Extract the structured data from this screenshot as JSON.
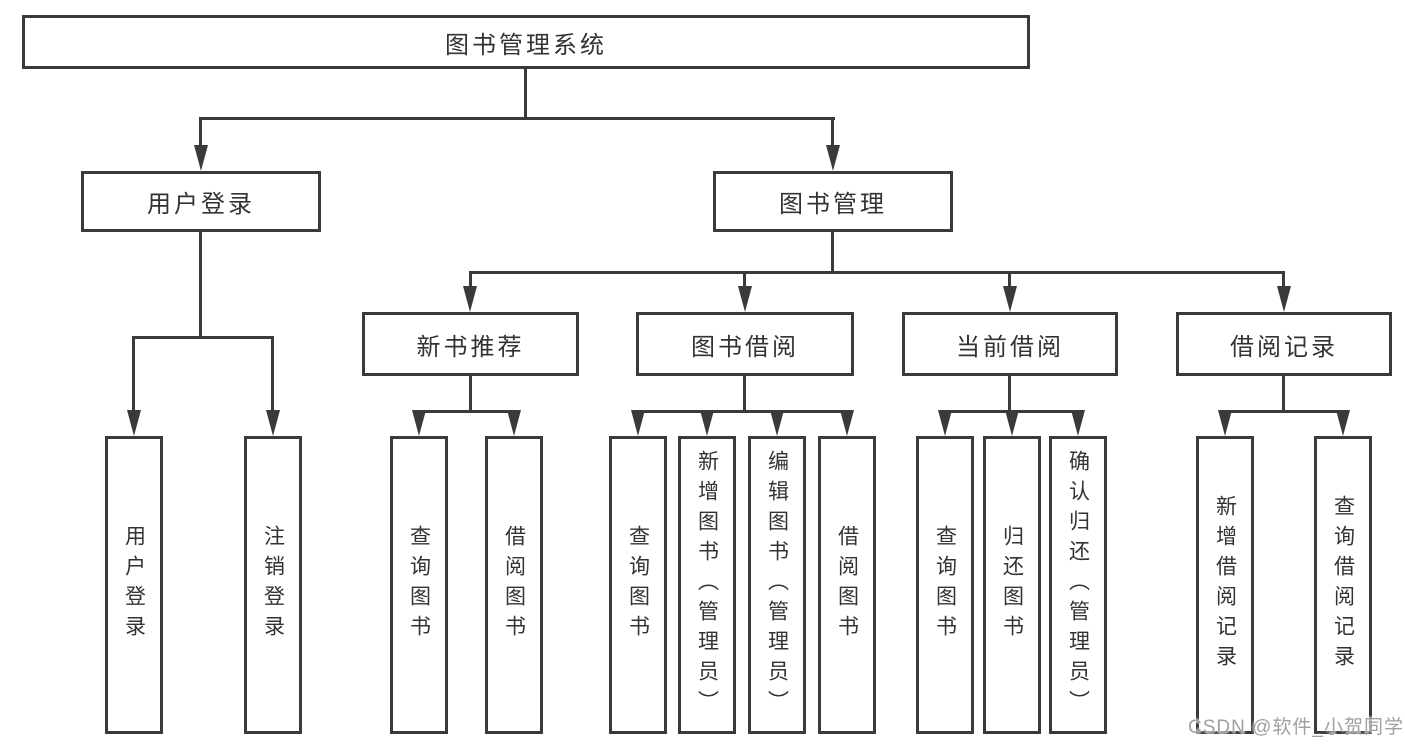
{
  "diagram": {
    "root": {
      "label": "图书管理系统"
    },
    "level2": [
      {
        "label": "用户登录"
      },
      {
        "label": "图书管理"
      }
    ],
    "level3": [
      {
        "label": "新书推荐"
      },
      {
        "label": "图书借阅"
      },
      {
        "label": "当前借阅"
      },
      {
        "label": "借阅记录"
      }
    ],
    "leaves": [
      {
        "label": "用户登录"
      },
      {
        "label": "注销登录"
      },
      {
        "label": "查询图书"
      },
      {
        "label": "借阅图书"
      },
      {
        "label": "查询图书"
      },
      {
        "label": "新增图书（管理员）"
      },
      {
        "label": "编辑图书（管理员）"
      },
      {
        "label": "借阅图书"
      },
      {
        "label": "查询图书"
      },
      {
        "label": "归还图书"
      },
      {
        "label": "确认归还（管理员）"
      },
      {
        "label": "新增借阅记录"
      },
      {
        "label": "查询借阅记录"
      }
    ]
  },
  "watermark": {
    "text": "CSDN @软件_小贺同学"
  },
  "colors": {
    "line": "#3a3a3a",
    "text": "#333333",
    "watermark": "#a0a0a0",
    "background": "#ffffff"
  }
}
